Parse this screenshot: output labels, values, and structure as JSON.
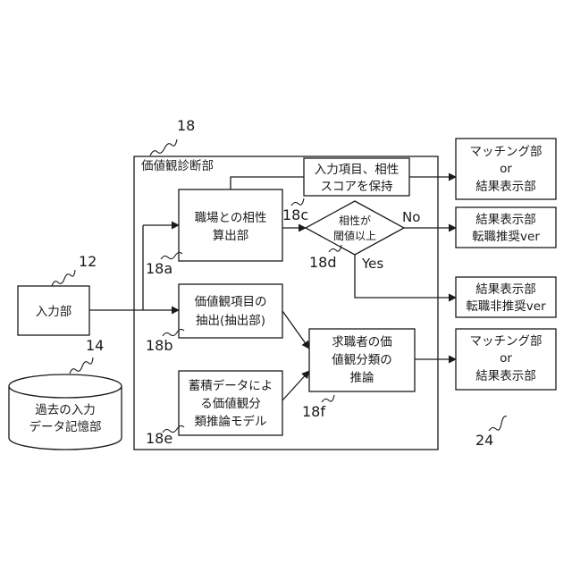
{
  "references": {
    "r18": "18",
    "r12": "12",
    "r14": "14",
    "r18a": "18a",
    "r18b": "18b",
    "r18c": "18c",
    "r18d": "18d",
    "r18e": "18e",
    "r18f": "18f",
    "r24": "24"
  },
  "container": {
    "title": "価値観診断部"
  },
  "input_box": {
    "label": "入力部"
  },
  "storage": {
    "line1": "過去の入力",
    "line2": "データ記憶部"
  },
  "box_18a": {
    "line1": "職場との相性",
    "line2": "算出部"
  },
  "box_18b": {
    "line1": "価値観項目の",
    "line2": "抽出(抽出部)"
  },
  "box_18e": {
    "line1": "蓄積データによ",
    "line2": "る価値観分",
    "line3": "類推論モデル"
  },
  "box_18c": {
    "line1": "入力項目、相性",
    "line2": "スコアを保持"
  },
  "diamond_18d": {
    "line1": "相性が",
    "line2": "閾値以上"
  },
  "box_18f": {
    "line1": "求職者の価",
    "line2": "値観分類の",
    "line3": "推論"
  },
  "branch": {
    "no": "No",
    "yes": "Yes"
  },
  "outputs": {
    "out1": {
      "line1": "マッチング部",
      "line2": "or",
      "line3": "結果表示部"
    },
    "out2": {
      "line1": "結果表示部",
      "line2": "転職推奨ver"
    },
    "out3": {
      "line1": "結果表示部",
      "line2": "転職非推奨ver"
    },
    "out4": {
      "line1": "マッチング部",
      "line2": "or",
      "line3": "結果表示部"
    }
  }
}
